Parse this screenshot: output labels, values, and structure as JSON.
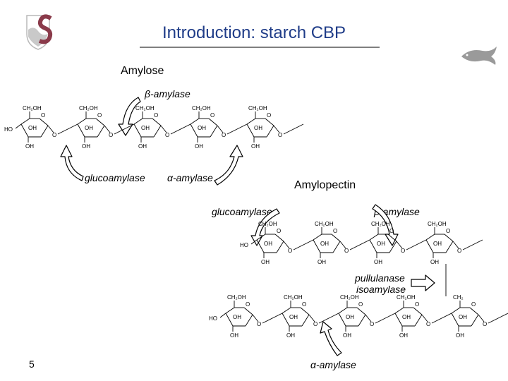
{
  "header": {
    "title": "Introduction: starch CBP",
    "logo_icon": "university-crest-icon",
    "corner_icon": "fish-icon"
  },
  "colors": {
    "title": "#1f3c88",
    "rule": "#7f7f7f",
    "ink": "#000000"
  },
  "labels": {
    "amylose": "Amylose",
    "amylopectin": "Amylopectin",
    "beta_amylase_1": "β-amylase",
    "glucoamylase_1": "glucoamylase",
    "alpha_amylase_1": "α-amylase",
    "glucoamylase_2": "glucoamylase",
    "beta_amylase_2": "β-amylase",
    "pullulanase": "pullulanase",
    "isoamylase": "isoamylase",
    "alpha_amylase_2": "α-amylase"
  },
  "atoms": {
    "ch2oh": "CH₂OH",
    "ch2": "CH₂",
    "o": "O",
    "oh": "OH",
    "ho": "HO"
  },
  "page_number": "5"
}
